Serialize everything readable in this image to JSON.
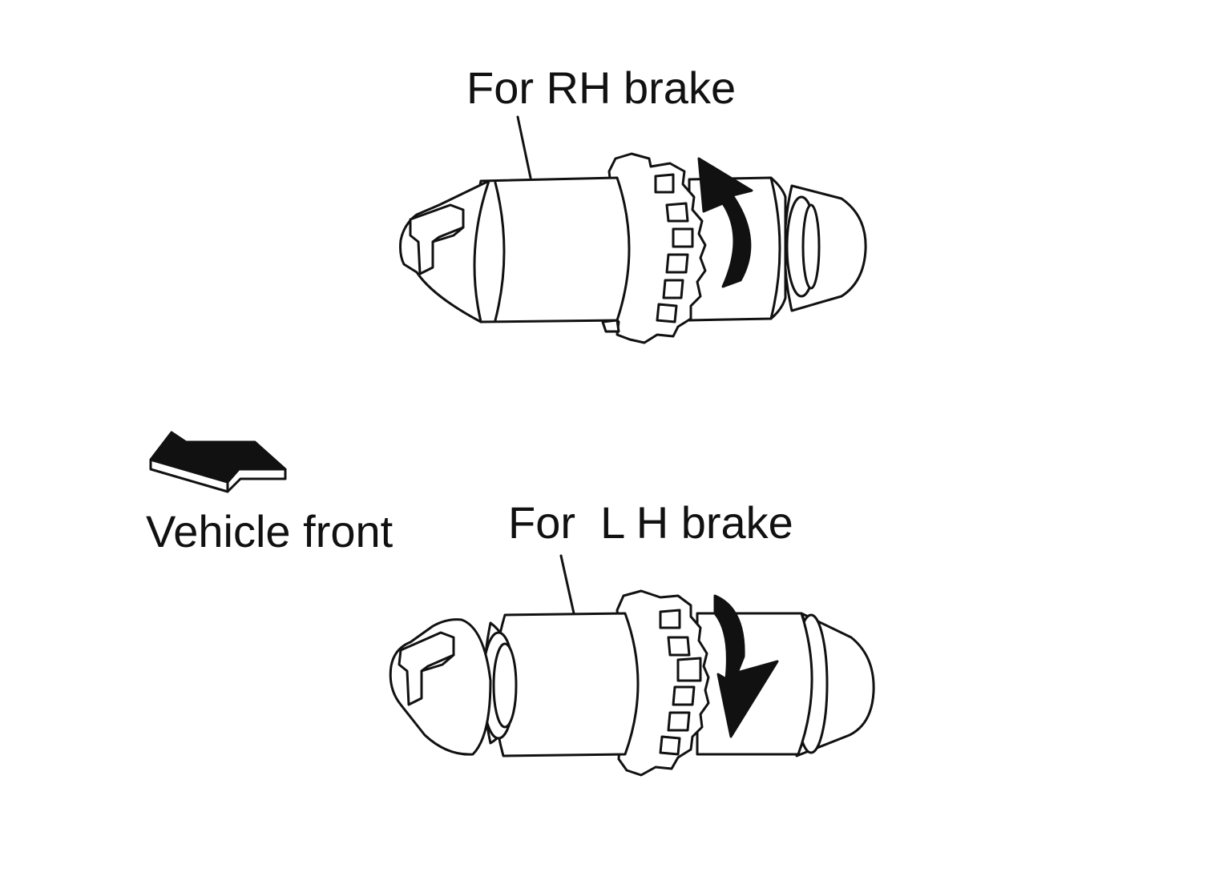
{
  "labels": {
    "rh_brake": "For RH brake",
    "lh_brake": "For  L H brake",
    "vehicle_front": "Vehicle front"
  },
  "colors": {
    "ink": "#111111",
    "paper": "#ffffff"
  },
  "icons": {
    "direction_arrow": "vehicle-front-arrow-icon",
    "rh_rotation": "counterclockwise-rotation-arrow-icon",
    "lh_rotation": "clockwise-rotation-arrow-icon"
  }
}
